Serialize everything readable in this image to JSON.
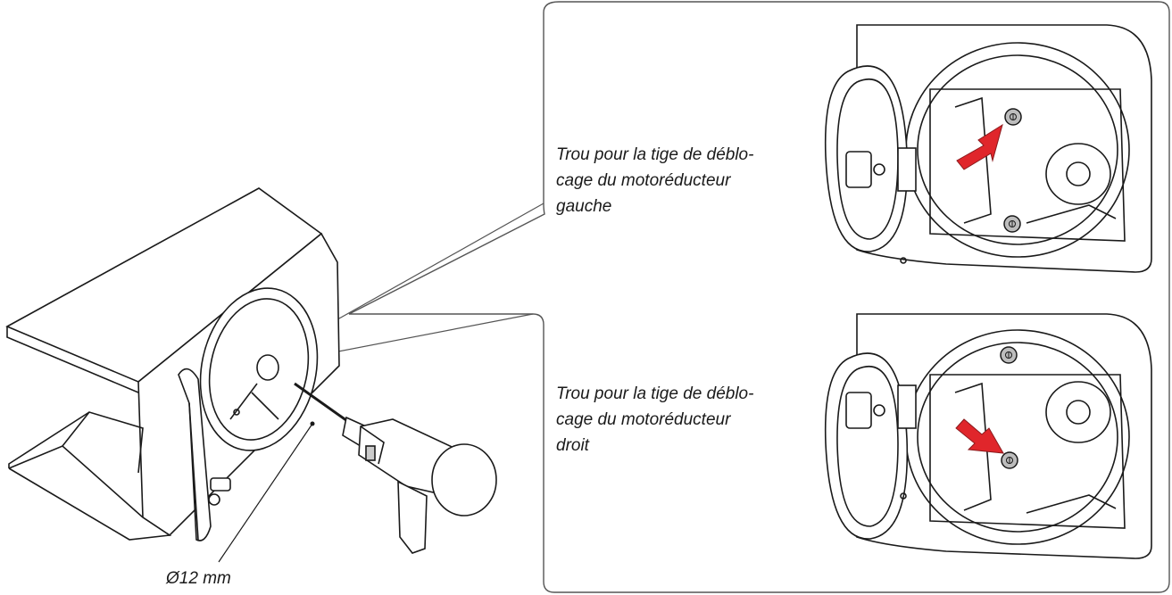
{
  "captions": {
    "left_motor": {
      "lines": [
        "Trou pour la tige de déblo-",
        "cage du motoréducteur",
        "gauche"
      ]
    },
    "right_motor": {
      "lines": [
        "Trou pour la tige de déblo-",
        "cage du motoréducteur",
        "droit"
      ]
    }
  },
  "drill_diameter": "Ø12 mm",
  "colors": {
    "line": "#1a1a1a",
    "arrow": "#e0262b",
    "screw_fill": "#bdbdbd",
    "panel_border": "#555555"
  },
  "icons": {
    "arrow": "red-arrow-icon",
    "drill": "power-drill-icon"
  }
}
